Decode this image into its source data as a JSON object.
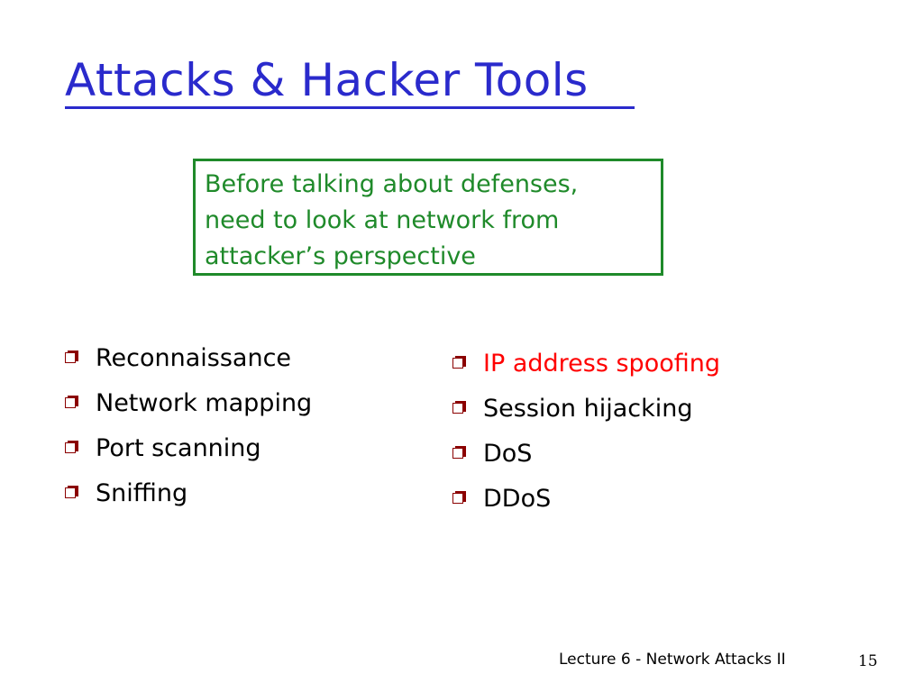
{
  "slide": {
    "title": "Attacks & Hacker Tools",
    "callout": {
      "lines": [
        "Before talking about defenses,",
        "need to look at network from",
        "attacker’s perspective"
      ]
    },
    "left_list": [
      {
        "label": "Reconnaissance"
      },
      {
        "label": "Network mapping"
      },
      {
        "label": "Port scanning"
      },
      {
        "label": "Sniffing"
      }
    ],
    "right_list": [
      {
        "label": "IP address spoofing",
        "color": "#ff0000"
      },
      {
        "label": "Session hijacking",
        "color": "#000000"
      },
      {
        "label": "DoS",
        "color": "#000000"
      },
      {
        "label": "DDoS",
        "color": "#000000"
      }
    ],
    "footer": "Lecture 6 - Network Attacks II",
    "page_number": "15"
  },
  "colors": {
    "title": "#2a2acc",
    "callout": "#1f8a2a",
    "bullet": "#8b0000",
    "highlight": "#ff0000"
  }
}
